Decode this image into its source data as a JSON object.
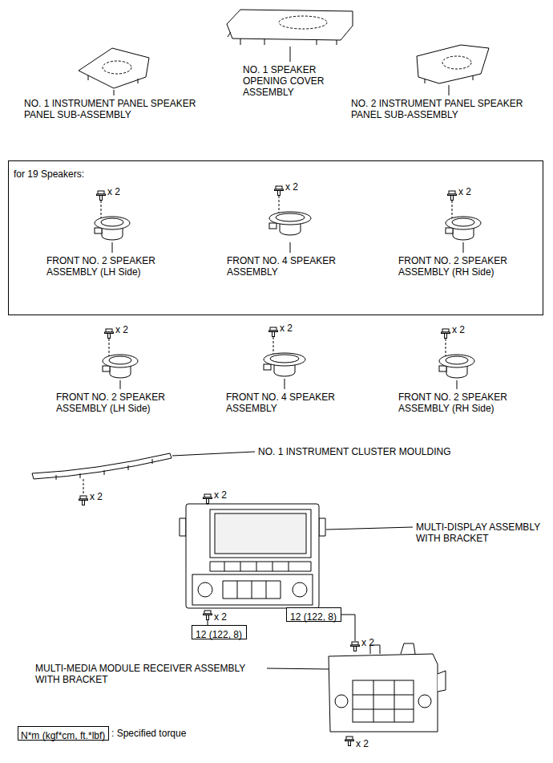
{
  "diagram": {
    "nodes": [
      {
        "text": [
          "for 19 Speakers:"
        ]
      },
      {
        "text": [
          "12 (122, 8)"
        ]
      },
      {
        "text": [
          "12 (122, 8)"
        ]
      },
      {
        "text": [
          "N*m (kgf*cm, ft.*lbf)"
        ]
      }
    ],
    "labels": [
      "NO. 1 SPEAKER OPENING COVER ASSEMBLY",
      "NO. 1 INSTRUMENT PANEL SPEAKER PANEL SUB-ASSEMBLY",
      "NO. 2 INSTRUMENT PANEL SPEAKER PANEL SUB-ASSEMBLY",
      "x 2",
      "FRONT NO. 2 SPEAKER ASSEMBLY (LH Side)",
      "x 2",
      "FRONT NO. 4 SPEAKER ASSEMBLY",
      "x 2",
      "FRONT NO. 2 SPEAKER ASSEMBLY (RH Side)",
      "x 2",
      "FRONT NO. 2 SPEAKER ASSEMBLY (LH Side)",
      "x 2",
      "FRONT NO. 4 SPEAKER ASSEMBLY",
      "x 2",
      "FRONT NO. 2 SPEAKER ASSEMBLY (RH Side)",
      "NO. 1 INSTRUMENT CLUSTER MOULDING",
      "x 2",
      "x 2",
      "MULTI-DISPLAY ASSEMBLY WITH BRACKET",
      "x 2",
      "x 2",
      "MULTI-MEDIA MODULE RECEIVER ASSEMBLY WITH BRACKET",
      "x 2",
      ": Specified torque"
    ]
  }
}
